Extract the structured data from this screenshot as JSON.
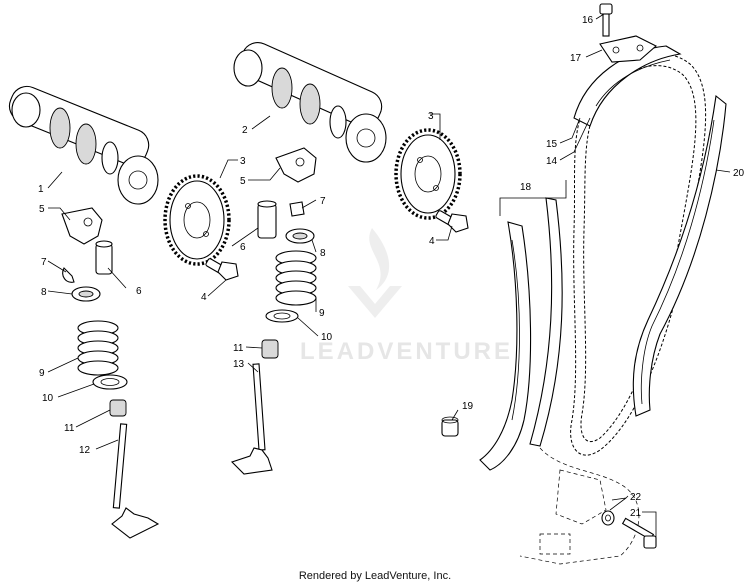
{
  "watermark": {
    "text": "LEADVENTURE"
  },
  "footer": {
    "credit": "Rendered by LeadVenture, Inc."
  },
  "callouts": {
    "c1": "1",
    "c2": "2",
    "c3a": "3",
    "c3b": "3",
    "c4a": "4",
    "c4b": "4",
    "c5a": "5",
    "c5b": "5",
    "c6a": "6",
    "c6b": "6",
    "c7a": "7",
    "c7b": "7",
    "c8a": "8",
    "c8b": "8",
    "c9a": "9",
    "c9b": "9",
    "c10a": "10",
    "c10b": "10",
    "c11a": "11",
    "c11b": "11",
    "c12": "12",
    "c13": "13",
    "c14": "14",
    "c15": "15",
    "c16": "16",
    "c17": "17",
    "c18": "18",
    "c19": "19",
    "c20": "20",
    "c21": "21",
    "c22": "22"
  }
}
